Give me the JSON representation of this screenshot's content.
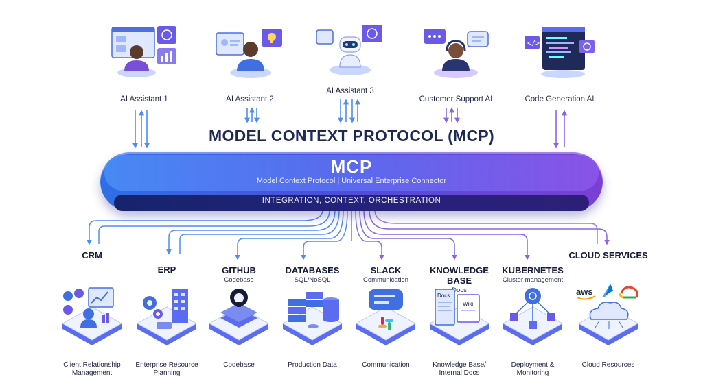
{
  "title": "MODEL CONTEXT PROTOCOL (MCP)",
  "hub": {
    "name": "MCP",
    "subtitle": "Model Context Protocol | Universal Enterprise Connector",
    "band": "INTEGRATION, CONTEXT, ORCHESTRATION"
  },
  "agents": [
    {
      "label": "AI Assistant 1"
    },
    {
      "label": "AI Assistant 2"
    },
    {
      "label": "AI Assistant 3"
    },
    {
      "label": "Customer Support AI"
    },
    {
      "label": "Code Generation AI"
    }
  ],
  "services": [
    {
      "title": "CRM",
      "subtitle": "",
      "caption": "Client Relationship Management"
    },
    {
      "title": "ERP",
      "subtitle": "",
      "caption": "Enterprise Resource Planning"
    },
    {
      "title": "GITHUB",
      "subtitle": "Codebase",
      "caption": "Codebase"
    },
    {
      "title": "DATABASES",
      "subtitle": "SQL/NoSQL",
      "caption": "Production Data"
    },
    {
      "title": "SLACK",
      "subtitle": "Communication",
      "caption": "Communication"
    },
    {
      "title": "KNOWLEDGE BASE",
      "subtitle": "Docs",
      "caption": "Knowledge Base/ Internal Docs"
    },
    {
      "title": "KUBERNETES",
      "subtitle": "Cluster management",
      "caption": "Deployment & Monitoring"
    },
    {
      "title": "CLOUD SERVICES",
      "subtitle": "",
      "caption": "Cloud Resources"
    }
  ],
  "tile_text": {
    "docs": "Docs",
    "wiki": "Wiki",
    "aws": "aws"
  },
  "colors": {
    "hub_start": "#2f6fe6",
    "hub_end": "#7a3fd4",
    "wire_blue": "#4f8df2",
    "wire_purple": "#8a62e6",
    "tile_top": "#eef3ff"
  }
}
